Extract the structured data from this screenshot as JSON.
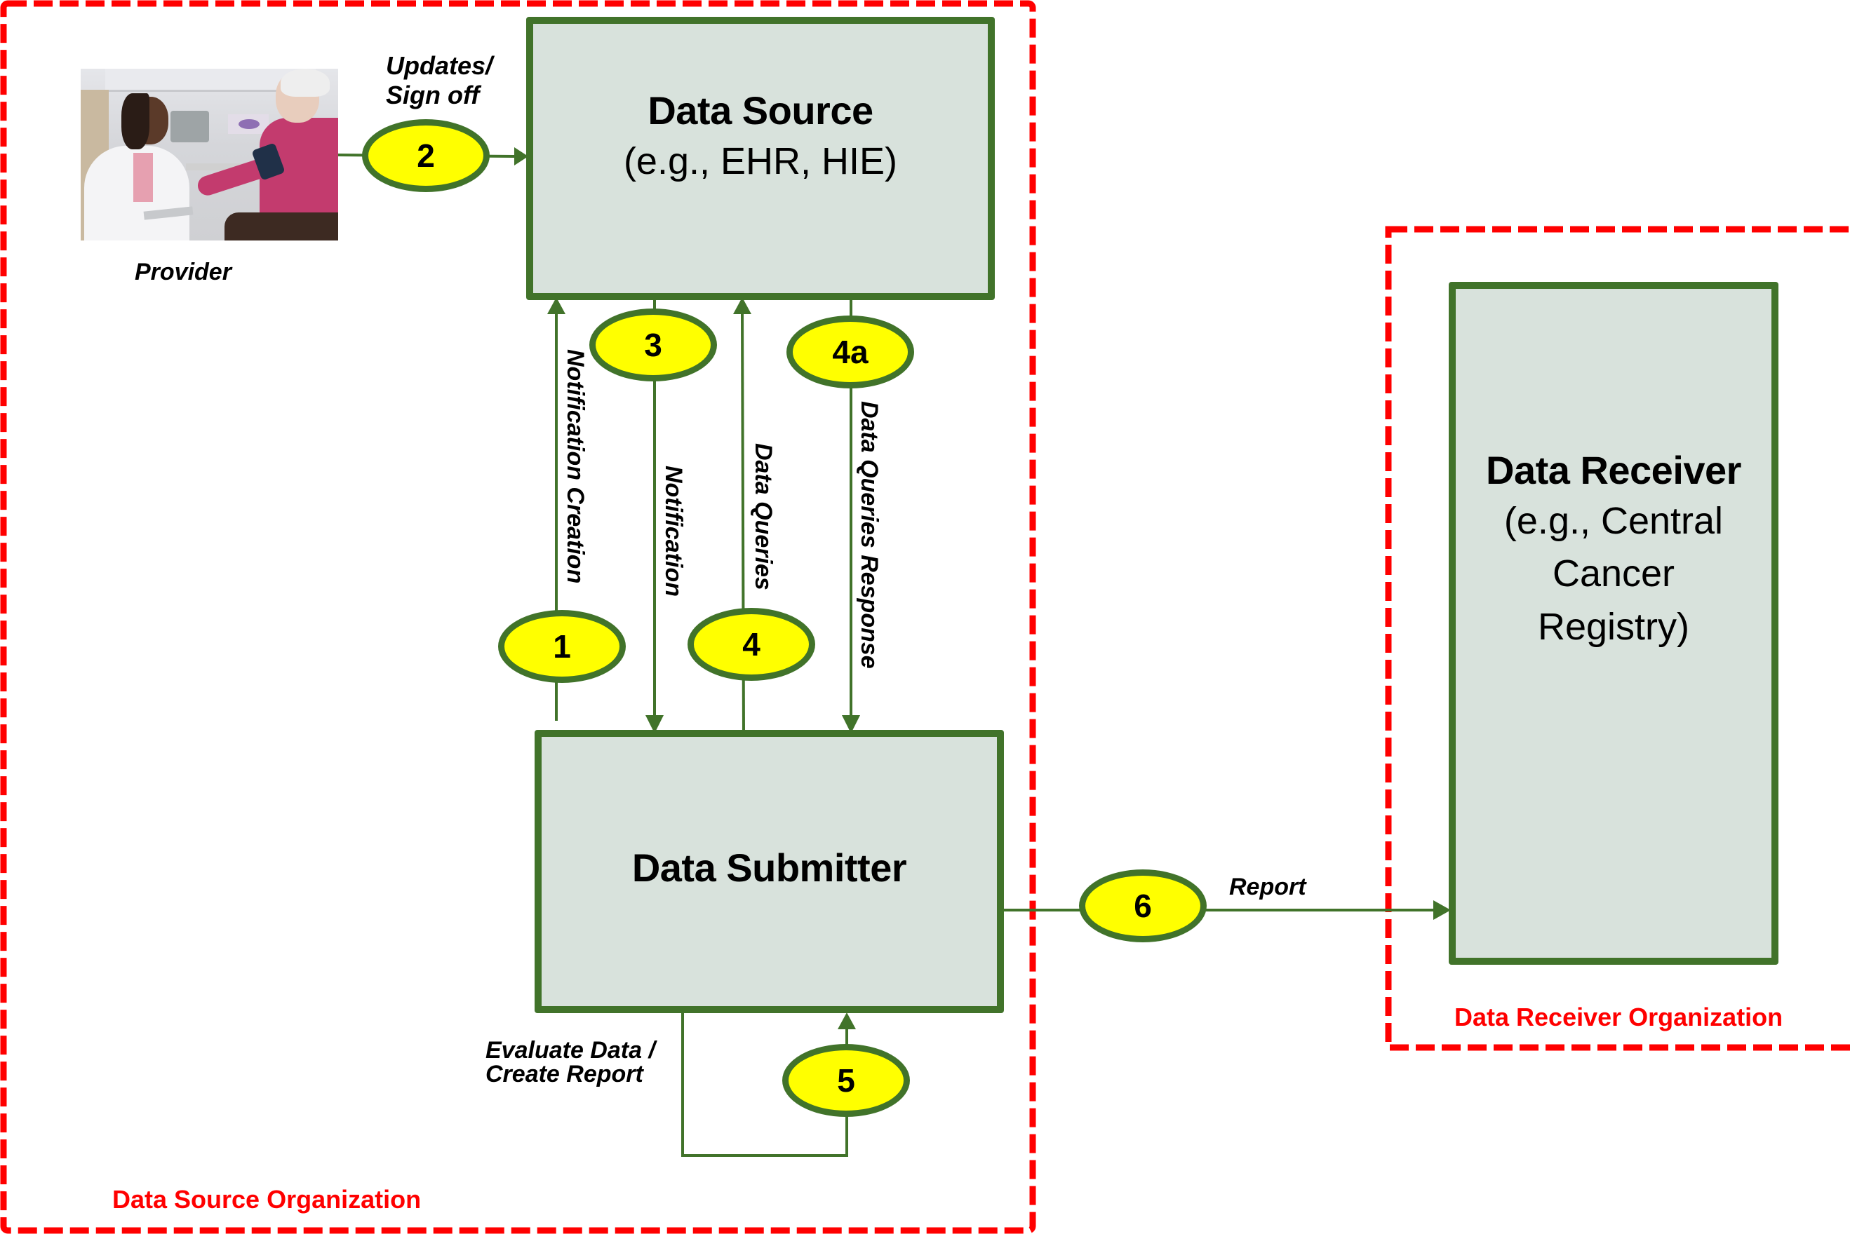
{
  "diagram": {
    "organizations": {
      "data_source_org": "Data Source Organization",
      "data_receiver_org": "Data Receiver Organization"
    },
    "entities": {
      "data_source": {
        "title": "Data Source",
        "subtitle": "(e.g., EHR, HIE)"
      },
      "data_submitter": {
        "title": "Data Submitter"
      },
      "data_receiver": {
        "title": "Data Receiver",
        "subtitle_lines": [
          "(e.g., Central",
          "Cancer",
          "Registry)"
        ]
      },
      "provider": {
        "label": "Provider",
        "image_description": "doctor measuring blood pressure of elderly patient"
      }
    },
    "steps": [
      {
        "id": "1",
        "label": "Notification Creation",
        "from": "Data Submitter",
        "to": "Data Source"
      },
      {
        "id": "2",
        "label_lines": [
          "Updates/",
          "Sign off"
        ],
        "from": "Provider",
        "to": "Data Source"
      },
      {
        "id": "3",
        "label": "Notification",
        "from": "Data Source",
        "to": "Data Submitter"
      },
      {
        "id": "4",
        "label": "Data Queries",
        "from": "Data Submitter",
        "to": "Data Source"
      },
      {
        "id": "4a",
        "label": "Data Queries Response",
        "from": "Data Source",
        "to": "Data Submitter"
      },
      {
        "id": "5",
        "label_lines": [
          "Evaluate Data /",
          "Create Report"
        ],
        "from": "Data Submitter",
        "to": "Data Submitter"
      },
      {
        "id": "6",
        "label": "Report",
        "from": "Data Submitter",
        "to": "Data Receiver"
      }
    ],
    "colors": {
      "boundary": "#ff0000",
      "box_border": "#41732a",
      "box_fill": "#d8e2dc",
      "step_fill": "#ffff00",
      "connector": "#41732a"
    }
  }
}
